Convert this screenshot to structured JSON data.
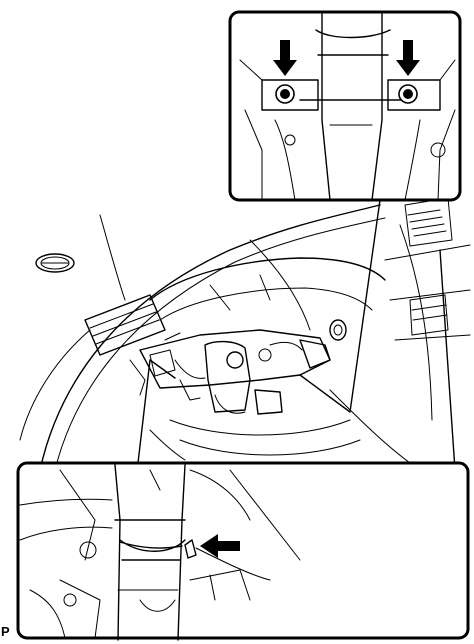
{
  "figure_code": "P",
  "colors": {
    "line": "#000000",
    "background": "#ffffff"
  },
  "callouts": {
    "upper_detail_arrows": 2,
    "lower_detail_arrows": 1
  },
  "icons": [
    "down-arrow-icon",
    "left-arrow-icon"
  ]
}
